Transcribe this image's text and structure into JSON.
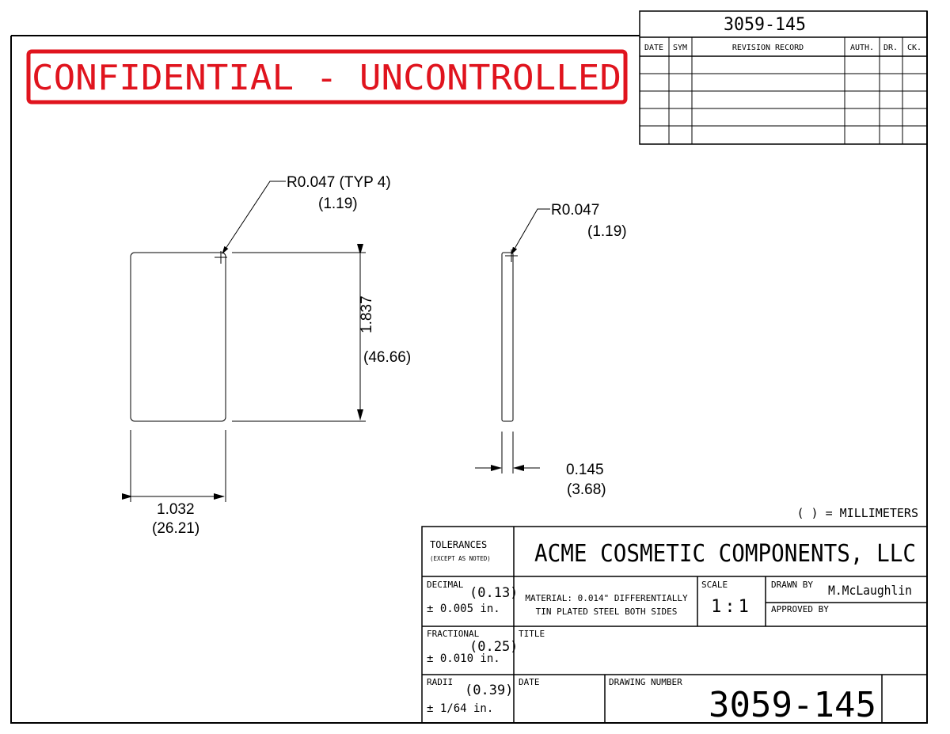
{
  "drawing_number_header": "3059-145",
  "revision_table": {
    "headers": {
      "date": "DATE",
      "sym": "SYM",
      "record": "REVISION RECORD",
      "auth": "AUTH.",
      "dr": "DR.",
      "ck": "CK."
    },
    "rows": [
      {
        "date": "",
        "sym": "",
        "record": "",
        "auth": "",
        "dr": "",
        "ck": ""
      },
      {
        "date": "",
        "sym": "",
        "record": "",
        "auth": "",
        "dr": "",
        "ck": ""
      },
      {
        "date": "",
        "sym": "",
        "record": "",
        "auth": "",
        "dr": "",
        "ck": ""
      },
      {
        "date": "",
        "sym": "",
        "record": "",
        "auth": "",
        "dr": "",
        "ck": ""
      },
      {
        "date": "",
        "sym": "",
        "record": "",
        "auth": "",
        "dr": "",
        "ck": ""
      }
    ]
  },
  "stamp": {
    "text": "CONFIDENTIAL - UNCONTROLLED",
    "color": "#e0141e"
  },
  "dimensions": {
    "corner_radius_front": "R0.047 (TYP 4)",
    "corner_radius_front_mm": "(1.19)",
    "corner_radius_side": "R0.047",
    "corner_radius_side_mm": "(1.19)",
    "height": "1.837",
    "height_mm": "(46.66)",
    "width": "1.032",
    "width_mm": "(26.21)",
    "thickness": "0.145",
    "thickness_mm": "(3.68)"
  },
  "units_note": "( ) = MILLIMETERS",
  "title_block": {
    "tolerances_label": "TOLERANCES",
    "except_label": "(EXCEPT AS NOTED)",
    "company": "ACME COSMETIC COMPONENTS, LLC",
    "decimal_label": "DECIMAL",
    "decimal_mm": "(0.13)",
    "decimal_value": "± 0.005 in.",
    "fractional_label": "FRACTIONAL",
    "fractional_mm": "(0.25)",
    "fractional_value": "± 0.010 in.",
    "radii_label": "RADII",
    "radii_mm": "(0.39)",
    "radii_value": "± 1/64 in.",
    "material_line1": "MATERIAL: 0.014\" DIFFERENTIALLY",
    "material_line2": "TIN PLATED STEEL BOTH SIDES",
    "scale_label": "SCALE",
    "scale_value": "1:1",
    "drawn_by_label": "DRAWN BY",
    "drawn_by_value": "M.McLaughlin",
    "approved_by_label": "APPROVED BY",
    "approved_by_value": "",
    "title_label": "TITLE",
    "title_value": "",
    "date_label": "DATE",
    "date_value": "",
    "drawing_number_label": "DRAWING NUMBER",
    "drawing_number_value": "3059-145"
  }
}
